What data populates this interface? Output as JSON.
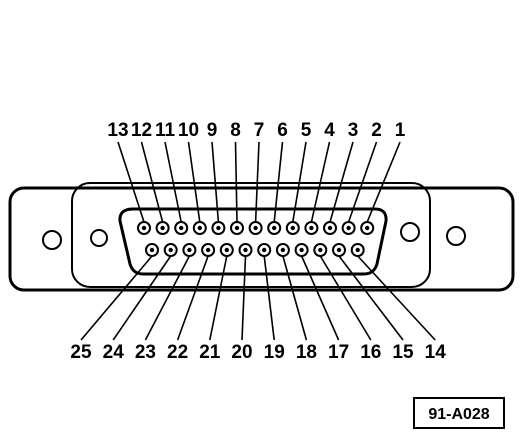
{
  "connector": {
    "type": "DB-25",
    "top_row_labels": [
      "13",
      "12",
      "11",
      "10",
      "9",
      "8",
      "7",
      "6",
      "5",
      "4",
      "3",
      "2",
      "1"
    ],
    "bottom_row_labels": [
      "25",
      "24",
      "23",
      "22",
      "21",
      "20",
      "19",
      "18",
      "17",
      "16",
      "15",
      "14"
    ]
  },
  "figure": {
    "reference_code": "91-A028"
  }
}
